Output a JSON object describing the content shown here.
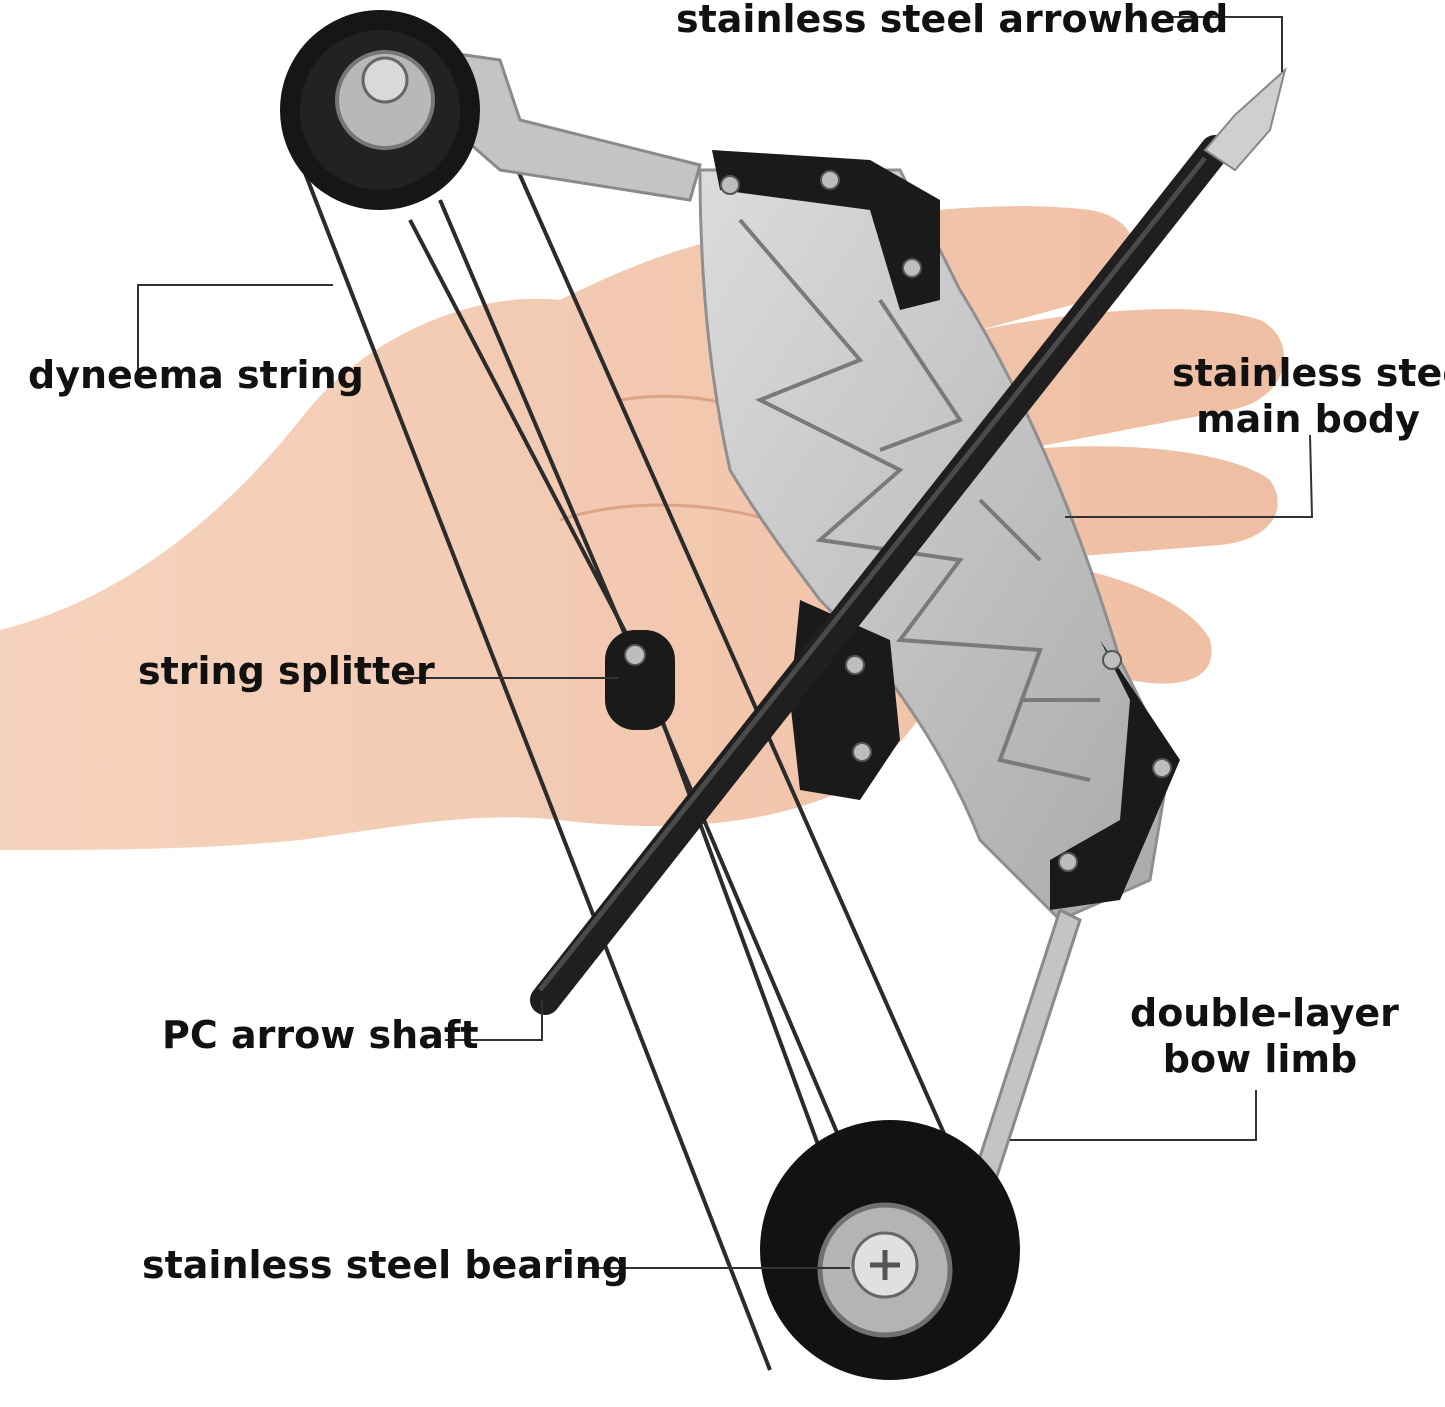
{
  "colors": {
    "skin": "#f2c7ad",
    "skin_shadow": "#e3a98c",
    "steel": "#c9c9c9",
    "steel_dark": "#8f8f8f",
    "black_part": "#1a1a1a",
    "string": "#2b2b2b",
    "leader_line": "#333333"
  },
  "labels": {
    "arrowhead": "stainless steel arrowhead",
    "string": "dyneema string",
    "body_line1": "stainless steel",
    "body_line2": "main body",
    "splitter": "string splitter",
    "shaft": "PC arrow shaft",
    "limb_line1": "double-layer",
    "limb_line2": "bow limb",
    "bearing": "stainless steel bearing"
  }
}
